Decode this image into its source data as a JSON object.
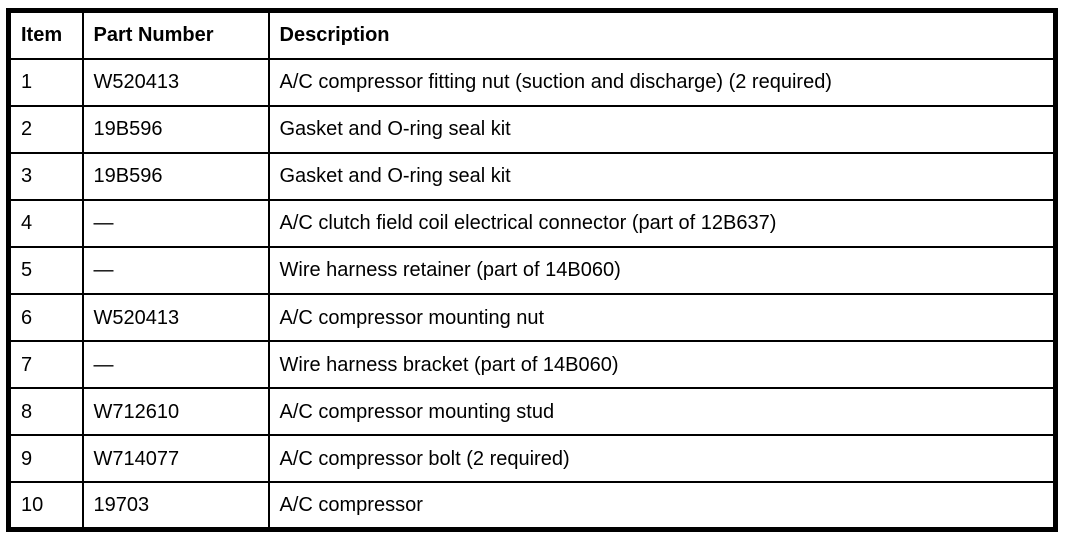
{
  "colors": {
    "background": "#ffffff",
    "border": "#000000",
    "text": "#000000"
  },
  "table": {
    "columns": [
      "Item",
      "Part Number",
      "Description"
    ],
    "rows": [
      {
        "item": "1",
        "part_number": "W520413",
        "description": "A/C compressor fitting nut (suction and discharge) (2 required)"
      },
      {
        "item": "2",
        "part_number": "19B596",
        "description": "Gasket and O-ring seal kit"
      },
      {
        "item": "3",
        "part_number": "19B596",
        "description": "Gasket and O-ring seal kit"
      },
      {
        "item": "4",
        "part_number": "—",
        "description": "A/C clutch field coil electrical connector (part of 12B637)"
      },
      {
        "item": "5",
        "part_number": "—",
        "description": "Wire harness retainer (part of 14B060)"
      },
      {
        "item": "6",
        "part_number": "W520413",
        "description": "A/C compressor mounting nut"
      },
      {
        "item": "7",
        "part_number": "—",
        "description": "Wire harness bracket (part of 14B060)"
      },
      {
        "item": "8",
        "part_number": "W712610",
        "description": "A/C compressor mounting stud"
      },
      {
        "item": "9",
        "part_number": "W714077",
        "description": "A/C compressor bolt (2 required)"
      },
      {
        "item": "10",
        "part_number": "19703",
        "description": "A/C compressor"
      }
    ]
  }
}
